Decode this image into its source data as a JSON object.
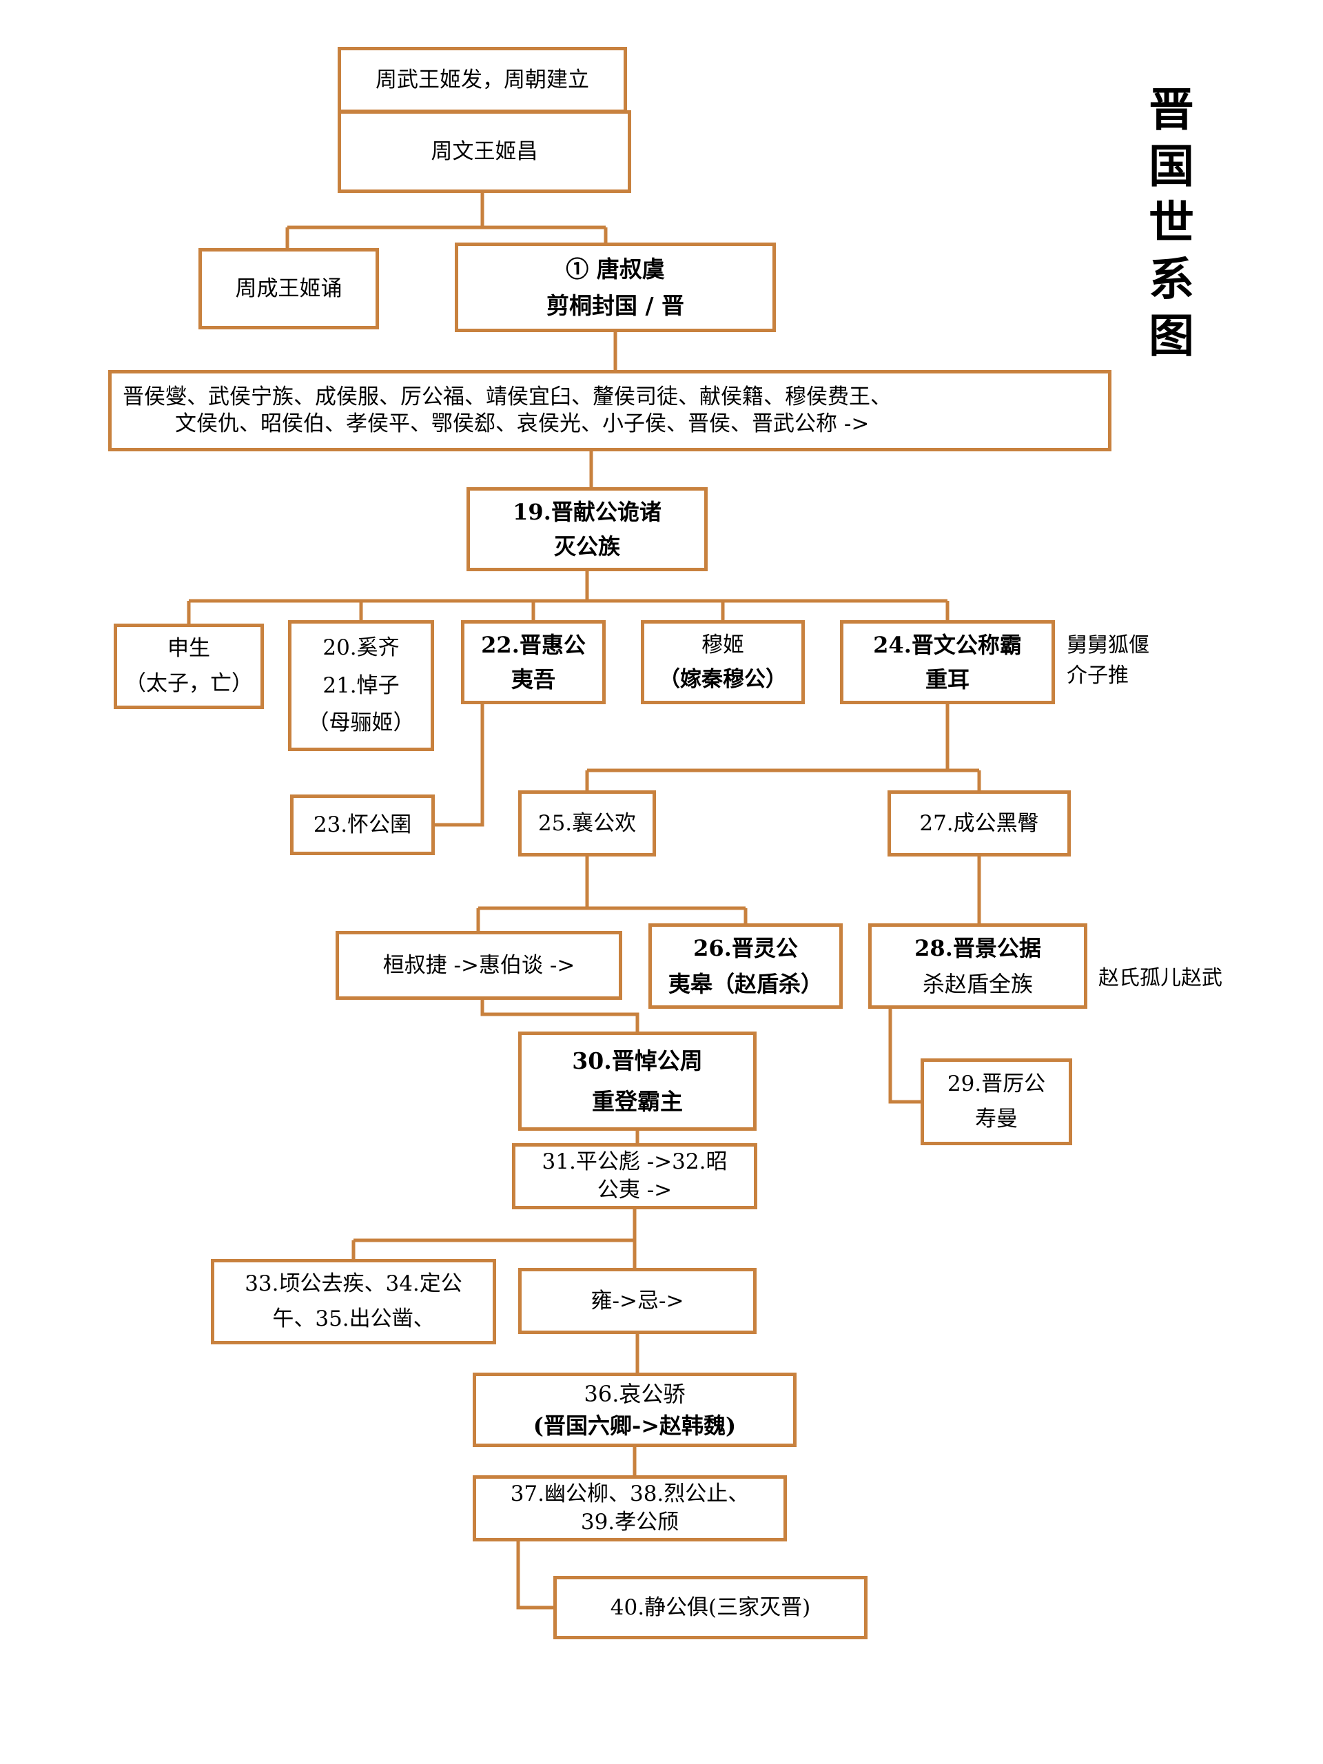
{
  "accent_color": "#C8813E",
  "text_color": "#000000",
  "title": {
    "text": "晋国世系图",
    "chars": [
      "晋",
      "国",
      "世",
      "系",
      "图"
    ]
  },
  "nodes": {
    "zhou_wuwang": {
      "lines": [
        "周武王姬发，周朝建立"
      ]
    },
    "zhou_wenwang": {
      "lines": [
        "周文王姬昌"
      ]
    },
    "zhou_chengwang": {
      "lines": [
        "周成王姬诵"
      ]
    },
    "tang_shuyu": {
      "lines": [
        "① 唐叔虞",
        "剪桐封国 / 晋"
      ]
    },
    "early_marquises": {
      "lines": [
        "晋侯燮、武侯宁族、成侯服、厉公福、靖侯宜臼、釐侯司徒、献侯籍、穆侯费王、",
        "文侯仇、昭侯伯、孝侯平、鄂侯郄、哀侯光、小子侯、晋侯、晋武公称 ->"
      ]
    },
    "n19_xiangong": {
      "lines": [
        "19.晋献公诡诸",
        "灭公族"
      ]
    },
    "shensheng": {
      "lines": [
        "申生",
        "（太子，亡）"
      ]
    },
    "n20_21": {
      "lines": [
        "20.奚齐",
        "21.悼子",
        "（母骊姬）"
      ]
    },
    "n22_huigong": {
      "lines": [
        "22.晋惠公",
        "夷吾"
      ]
    },
    "muji": {
      "lines": [
        "穆姬",
        "（嫁秦穆公）"
      ]
    },
    "n24_wengong": {
      "lines": [
        "24.晋文公称霸",
        "重耳"
      ]
    },
    "note_huyan": {
      "lines": [
        "舅舅狐偃",
        "介子推"
      ]
    },
    "n23_huaigong": {
      "lines": [
        "23.怀公圉"
      ]
    },
    "n25_xianggong": {
      "lines": [
        "25.襄公欢"
      ]
    },
    "n27_chenggong": {
      "lines": [
        "27.成公黑臀"
      ]
    },
    "huanshu": {
      "lines": [
        "桓叔捷 ->惠伯谈 ->"
      ]
    },
    "n26_linggong": {
      "lines": [
        "26.晋灵公",
        "夷皋（赵盾杀）"
      ]
    },
    "n28_jinggong": {
      "lines": [
        "28.晋景公据",
        "杀赵盾全族"
      ]
    },
    "note_zhaowu": {
      "lines": [
        "赵氏孤儿赵武"
      ]
    },
    "n30_daogong": {
      "lines": [
        "30.晋悼公周",
        "重登霸主"
      ]
    },
    "n29_ligong": {
      "lines": [
        "29.晋厉公",
        "寿曼"
      ]
    },
    "n31_32": {
      "lines": [
        "31.平公彪 ->32.昭",
        "公夷 ->"
      ]
    },
    "n33_35": {
      "lines": [
        "33.顷公去疾、34.定公",
        "午、35.出公凿、"
      ]
    },
    "yong_ji": {
      "lines": [
        "雍->忌->"
      ]
    },
    "n36_aigong": {
      "lines": [
        "36.哀公骄",
        "(晋国六卿->赵韩魏)"
      ]
    },
    "n37_39": {
      "lines": [
        "37.幽公柳、38.烈公止、",
        "39.孝公颀"
      ]
    },
    "n40_jinggong": {
      "lines": [
        "40.静公俱(三家灭晋)"
      ]
    }
  }
}
